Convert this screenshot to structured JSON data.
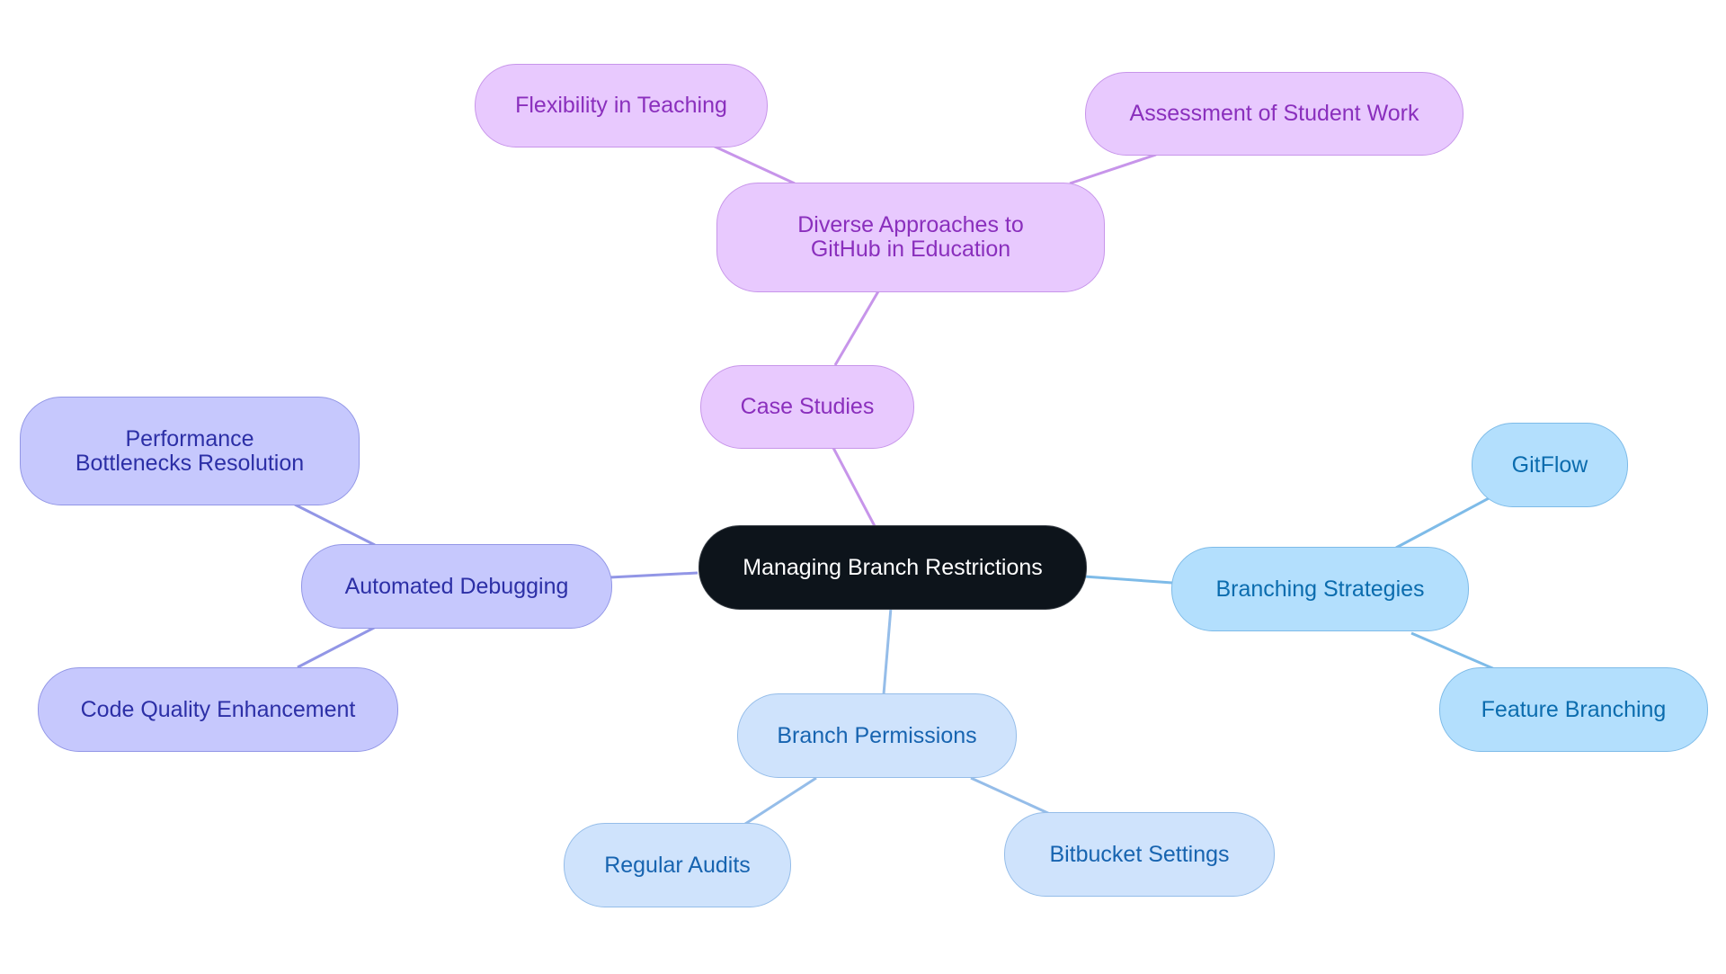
{
  "diagram": {
    "type": "mindmap",
    "root": {
      "id": "root",
      "label": "Managing Branch Restrictions",
      "group": "root"
    },
    "nodes": [
      {
        "id": "case-studies",
        "label": "Case Studies",
        "parent": "root",
        "group": "purple"
      },
      {
        "id": "diverse-approaches",
        "label": "Diverse Approaches to GitHub in Education",
        "parent": "case-studies",
        "group": "purple"
      },
      {
        "id": "flexibility",
        "label": "Flexibility in Teaching",
        "parent": "diverse-approaches",
        "group": "purple"
      },
      {
        "id": "assessment",
        "label": "Assessment of Student Work",
        "parent": "diverse-approaches",
        "group": "purple"
      },
      {
        "id": "automated-debugging",
        "label": "Automated Debugging",
        "parent": "root",
        "group": "indigo"
      },
      {
        "id": "performance",
        "label": "Performance Bottlenecks Resolution",
        "parent": "automated-debugging",
        "group": "indigo"
      },
      {
        "id": "code-quality",
        "label": "Code Quality Enhancement",
        "parent": "automated-debugging",
        "group": "indigo"
      },
      {
        "id": "branching-strategies",
        "label": "Branching Strategies",
        "parent": "root",
        "group": "sky"
      },
      {
        "id": "gitflow",
        "label": "GitFlow",
        "parent": "branching-strategies",
        "group": "sky"
      },
      {
        "id": "feature-branching",
        "label": "Feature Branching",
        "parent": "branching-strategies",
        "group": "sky"
      },
      {
        "id": "branch-permissions",
        "label": "Branch Permissions",
        "parent": "root",
        "group": "lblue"
      },
      {
        "id": "regular-audits",
        "label": "Regular Audits",
        "parent": "branch-permissions",
        "group": "lblue"
      },
      {
        "id": "bitbucket-settings",
        "label": "Bitbucket Settings",
        "parent": "branch-permissions",
        "group": "lblue"
      }
    ],
    "colors": {
      "root": {
        "fill": "#0d141b",
        "text": "#ffffff",
        "edge": "#0d141b"
      },
      "purple": {
        "fill": "#e8c9fe",
        "text": "#8a2fbd",
        "edge": "#c795ea"
      },
      "indigo": {
        "fill": "#c6c8fd",
        "text": "#2c2fa6",
        "edge": "#9296e6"
      },
      "sky": {
        "fill": "#b3dffd",
        "text": "#0b6cae",
        "edge": "#7ebbe8"
      },
      "lblue": {
        "fill": "#cfe3fc",
        "text": "#1764b0",
        "edge": "#95bde9"
      }
    }
  }
}
